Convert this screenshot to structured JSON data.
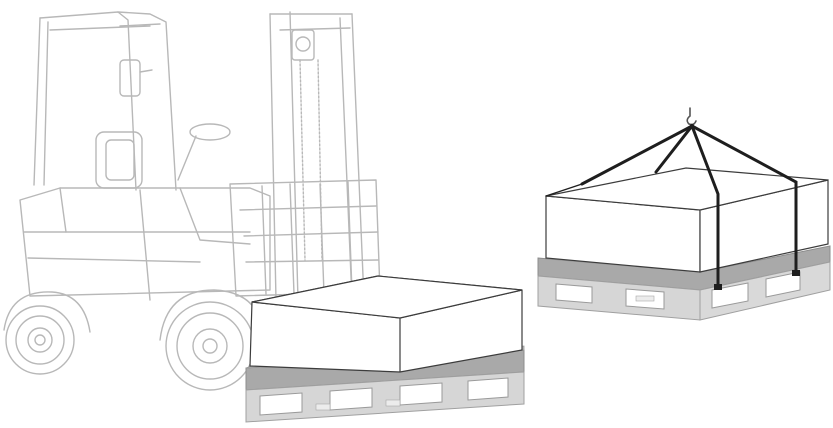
{
  "illustration": {
    "forklift": {
      "present": true
    },
    "forklift_load": {
      "type": "box-on-pallet"
    },
    "crane_load": {
      "type": "box-on-pallet",
      "rigging": "four-leg-sling-with-hook"
    }
  },
  "colors": {
    "background": "#ffffff",
    "outline_light": "#b9b9b9",
    "outline_dark": "#3c3c3c",
    "pallet_fill": "#d6d6d6",
    "pallet_top": "#a9a9a9",
    "box_fill": "#ffffff",
    "sling": "#1e1e1e"
  }
}
